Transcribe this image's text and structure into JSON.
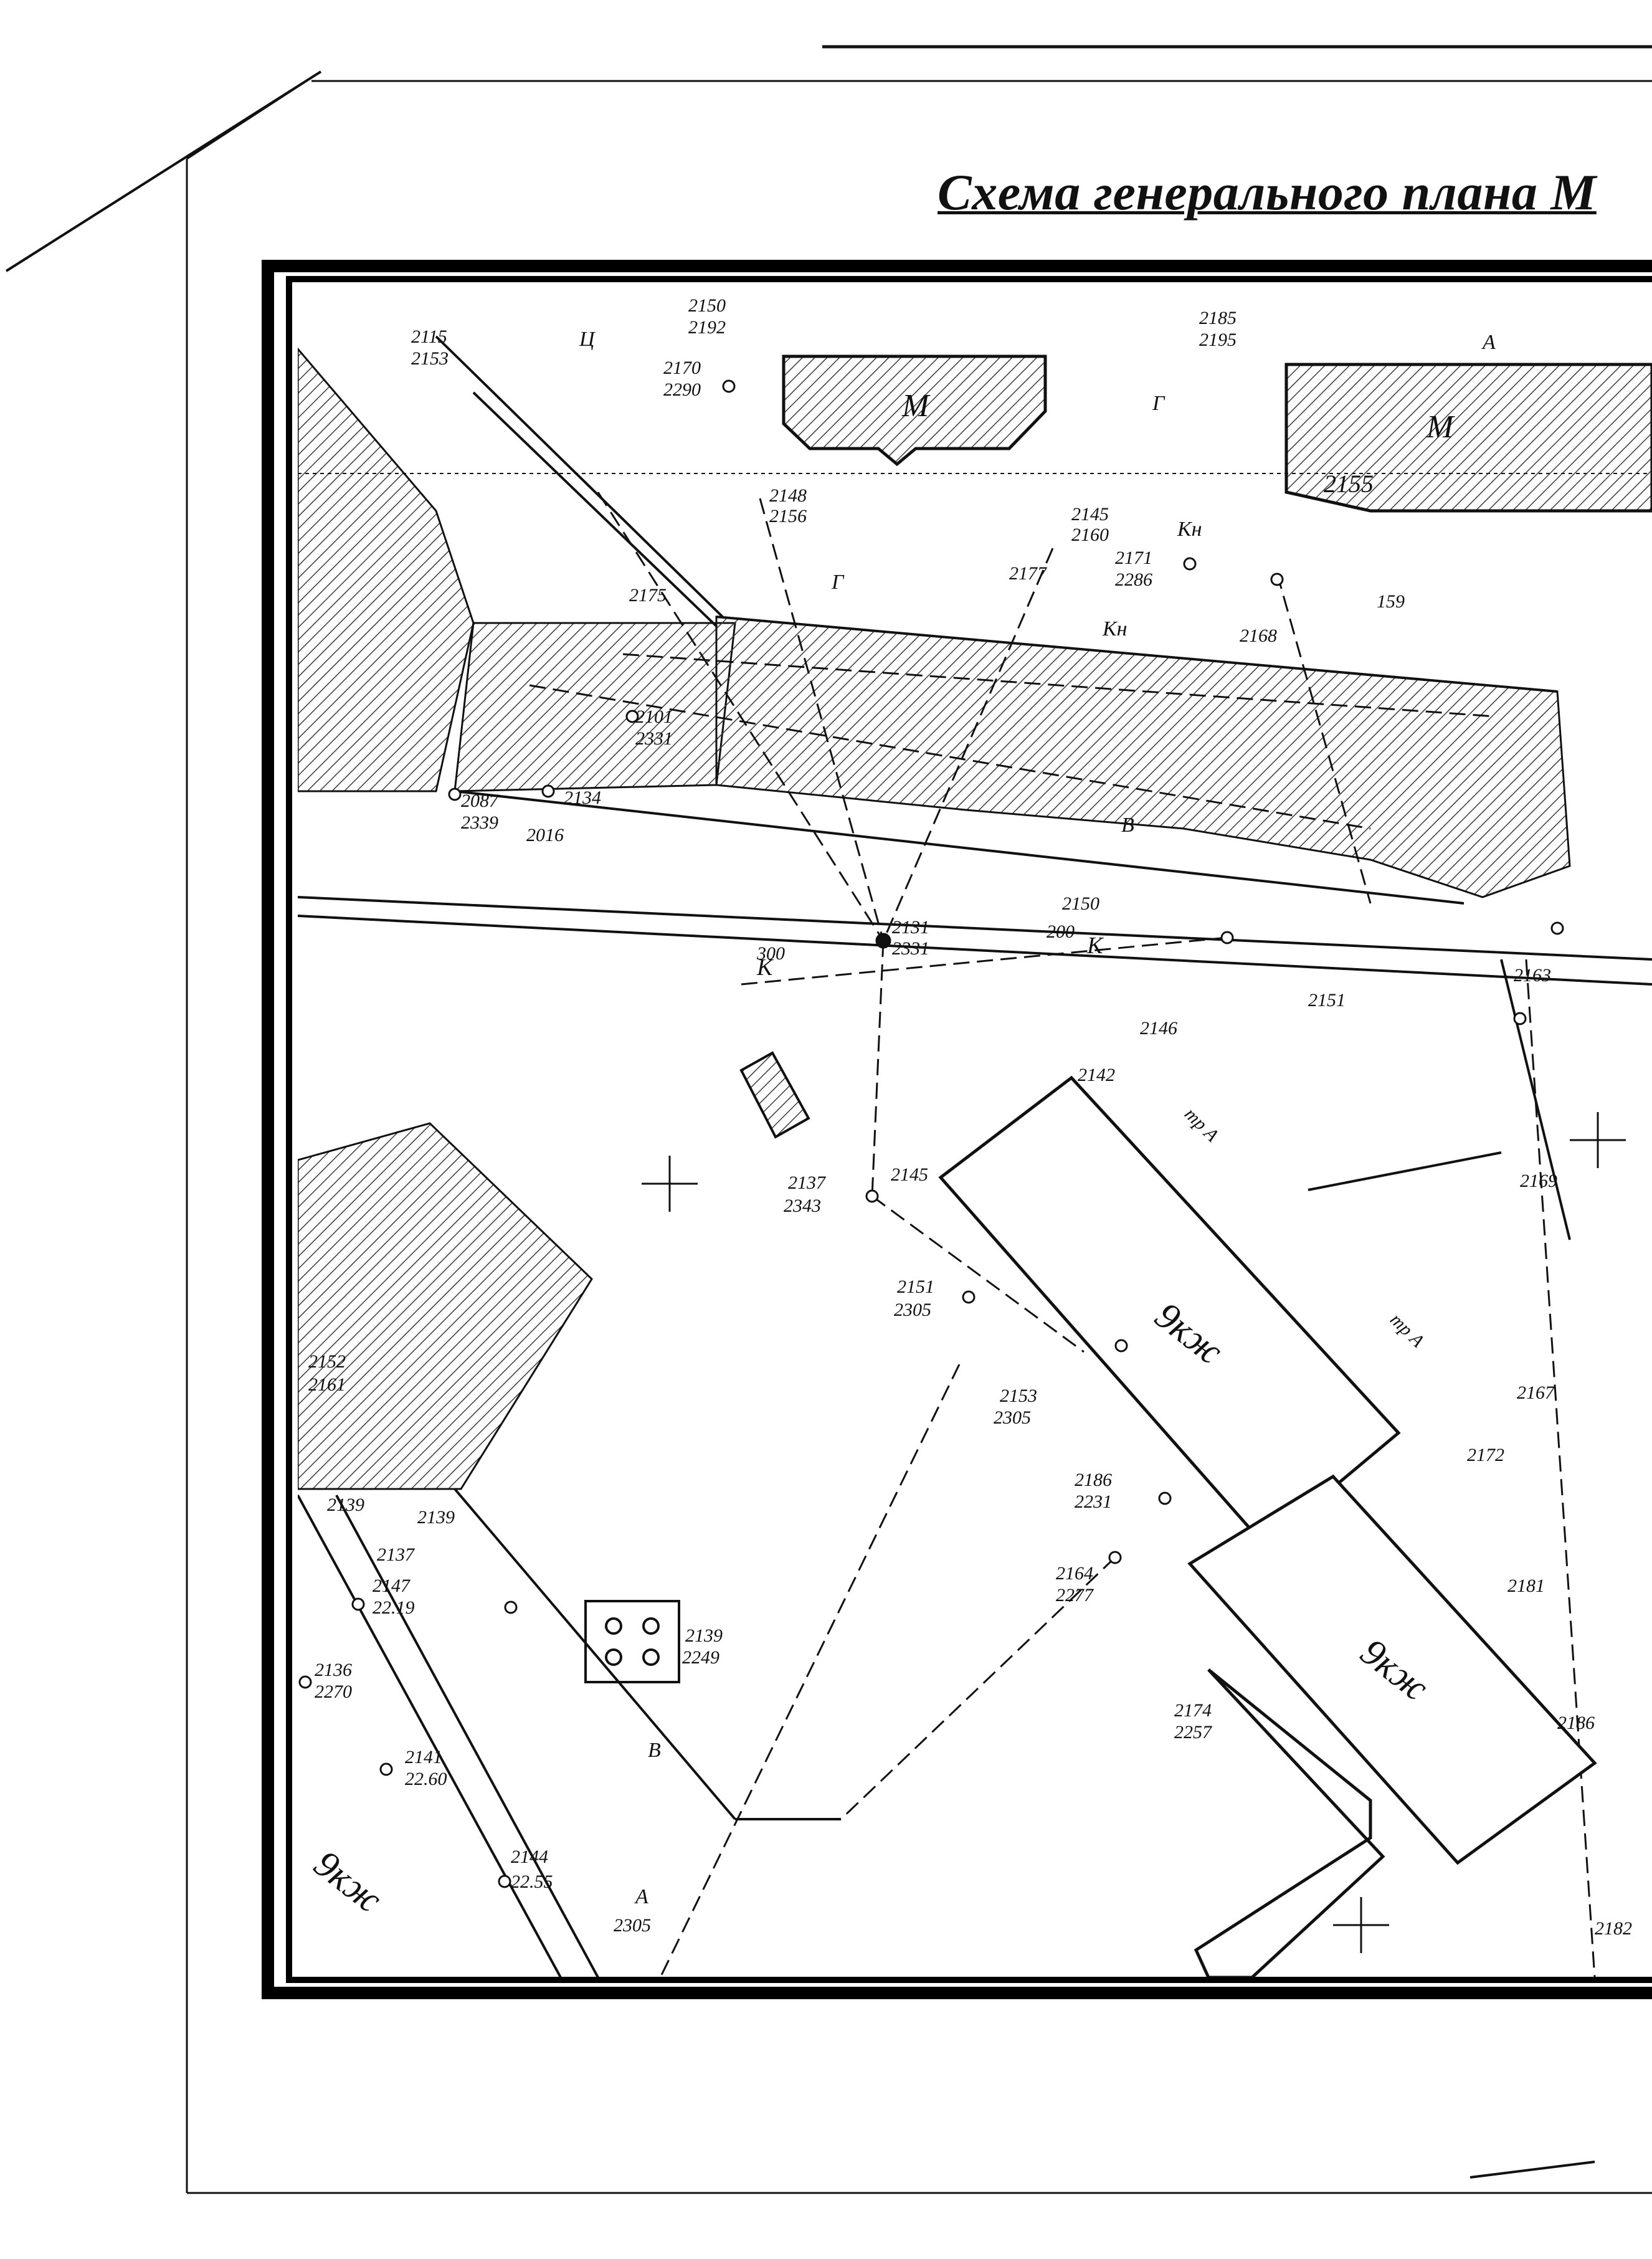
{
  "title": "Схема генерального плана М",
  "buildings": [
    {
      "id": "b1",
      "label": "М"
    },
    {
      "id": "b2",
      "label": "М"
    },
    {
      "id": "b3",
      "label": "9кж"
    },
    {
      "id": "b4",
      "label": "9кж"
    },
    {
      "id": "b5",
      "label": "9кж"
    }
  ],
  "labels": [
    {
      "t": "2150",
      "rot": 0
    },
    {
      "t": "2192",
      "rot": 0
    },
    {
      "t": "2170",
      "rot": 0
    },
    {
      "t": "2290",
      "rot": 0
    },
    {
      "t": "2185",
      "rot": 0
    },
    {
      "t": "2195",
      "rot": 0
    },
    {
      "t": "2148",
      "rot": 0
    },
    {
      "t": "2156",
      "rot": 0
    },
    {
      "t": "2145",
      "rot": 0
    },
    {
      "t": "2160",
      "rot": 0
    },
    {
      "t": "2171",
      "rot": 0
    },
    {
      "t": "2286",
      "rot": 0
    },
    {
      "t": "2155",
      "rot": 0
    },
    {
      "t": "2177",
      "rot": 0
    },
    {
      "t": "159",
      "rot": 0
    },
    {
      "t": "2168",
      "rot": 0
    },
    {
      "t": "2101",
      "rot": 0
    },
    {
      "t": "2331",
      "rot": 0
    },
    {
      "t": "2087",
      "rot": 0
    },
    {
      "t": "2339",
      "rot": 0
    },
    {
      "t": "2134",
      "rot": 0
    },
    {
      "t": "2016",
      "rot": 0
    },
    {
      "t": "2131",
      "rot": 0
    },
    {
      "t": "2331",
      "rot": 0
    },
    {
      "t": "300",
      "rot": 0
    },
    {
      "t": "200",
      "rot": 0
    },
    {
      "t": "2146",
      "rot": 0
    },
    {
      "t": "2142",
      "rot": 0
    },
    {
      "t": "2151",
      "rot": 0
    },
    {
      "t": "2163",
      "rot": 0
    },
    {
      "t": "2137",
      "rot": 0
    },
    {
      "t": "2343",
      "rot": 0
    },
    {
      "t": "2145",
      "rot": 0
    },
    {
      "t": "2151",
      "rot": 0
    },
    {
      "t": "2305",
      "rot": 0
    },
    {
      "t": "2153",
      "rot": 0
    },
    {
      "t": "2305",
      "rot": 0
    },
    {
      "t": "2186",
      "rot": 0
    },
    {
      "t": "2231",
      "rot": 0
    },
    {
      "t": "2164",
      "rot": 0
    },
    {
      "t": "2277",
      "rot": 0
    },
    {
      "t": "2174",
      "rot": 0
    },
    {
      "t": "2257",
      "rot": 0
    },
    {
      "t": "2139",
      "rot": 0
    },
    {
      "t": "2249",
      "rot": 0
    },
    {
      "t": "2152",
      "rot": 0
    },
    {
      "t": "2161",
      "rot": 0
    },
    {
      "t": "2139",
      "rot": 0
    },
    {
      "t": "2139",
      "rot": 0
    },
    {
      "t": "2137",
      "rot": 0
    },
    {
      "t": "2147",
      "rot": 0
    },
    {
      "t": "22.19",
      "rot": 0
    },
    {
      "t": "2136",
      "rot": 0
    },
    {
      "t": "2270",
      "rot": 0
    },
    {
      "t": "2141",
      "rot": 0
    },
    {
      "t": "22.60",
      "rot": 0
    },
    {
      "t": "2144",
      "rot": 0
    },
    {
      "t": "22.55",
      "rot": 0
    },
    {
      "t": "2305",
      "rot": 0
    },
    {
      "t": "2169",
      "rot": 0
    },
    {
      "t": "2167",
      "rot": 0
    },
    {
      "t": "2172",
      "rot": 0
    },
    {
      "t": "2181",
      "rot": 0
    },
    {
      "t": "2186",
      "rot": 0
    },
    {
      "t": "2182",
      "rot": 0
    },
    {
      "t": "2115",
      "rot": 0
    },
    {
      "t": "2153",
      "rot": 0
    },
    {
      "t": "2175",
      "rot": 0
    },
    {
      "t": "2150",
      "rot": 0
    },
    {
      "t": "К",
      "rot": 0
    },
    {
      "t": "К",
      "rot": 0
    },
    {
      "t": "тр А",
      "rot": 0
    },
    {
      "t": "тр А",
      "rot": 0
    },
    {
      "t": "Кн",
      "rot": 0
    },
    {
      "t": "Кн",
      "rot": 0
    },
    {
      "t": "А",
      "rot": 0
    },
    {
      "t": "А",
      "rot": 0
    },
    {
      "t": "В",
      "rot": 0
    },
    {
      "t": "В",
      "rot": 0
    },
    {
      "t": "Ц",
      "rot": 0
    },
    {
      "t": "Г",
      "rot": 0
    },
    {
      "t": "Г",
      "rot": 0
    }
  ],
  "colors": {
    "ink": "#111111",
    "frame": "#000000",
    "paper": "#ffffff",
    "hatch": "#3a3a3a"
  }
}
